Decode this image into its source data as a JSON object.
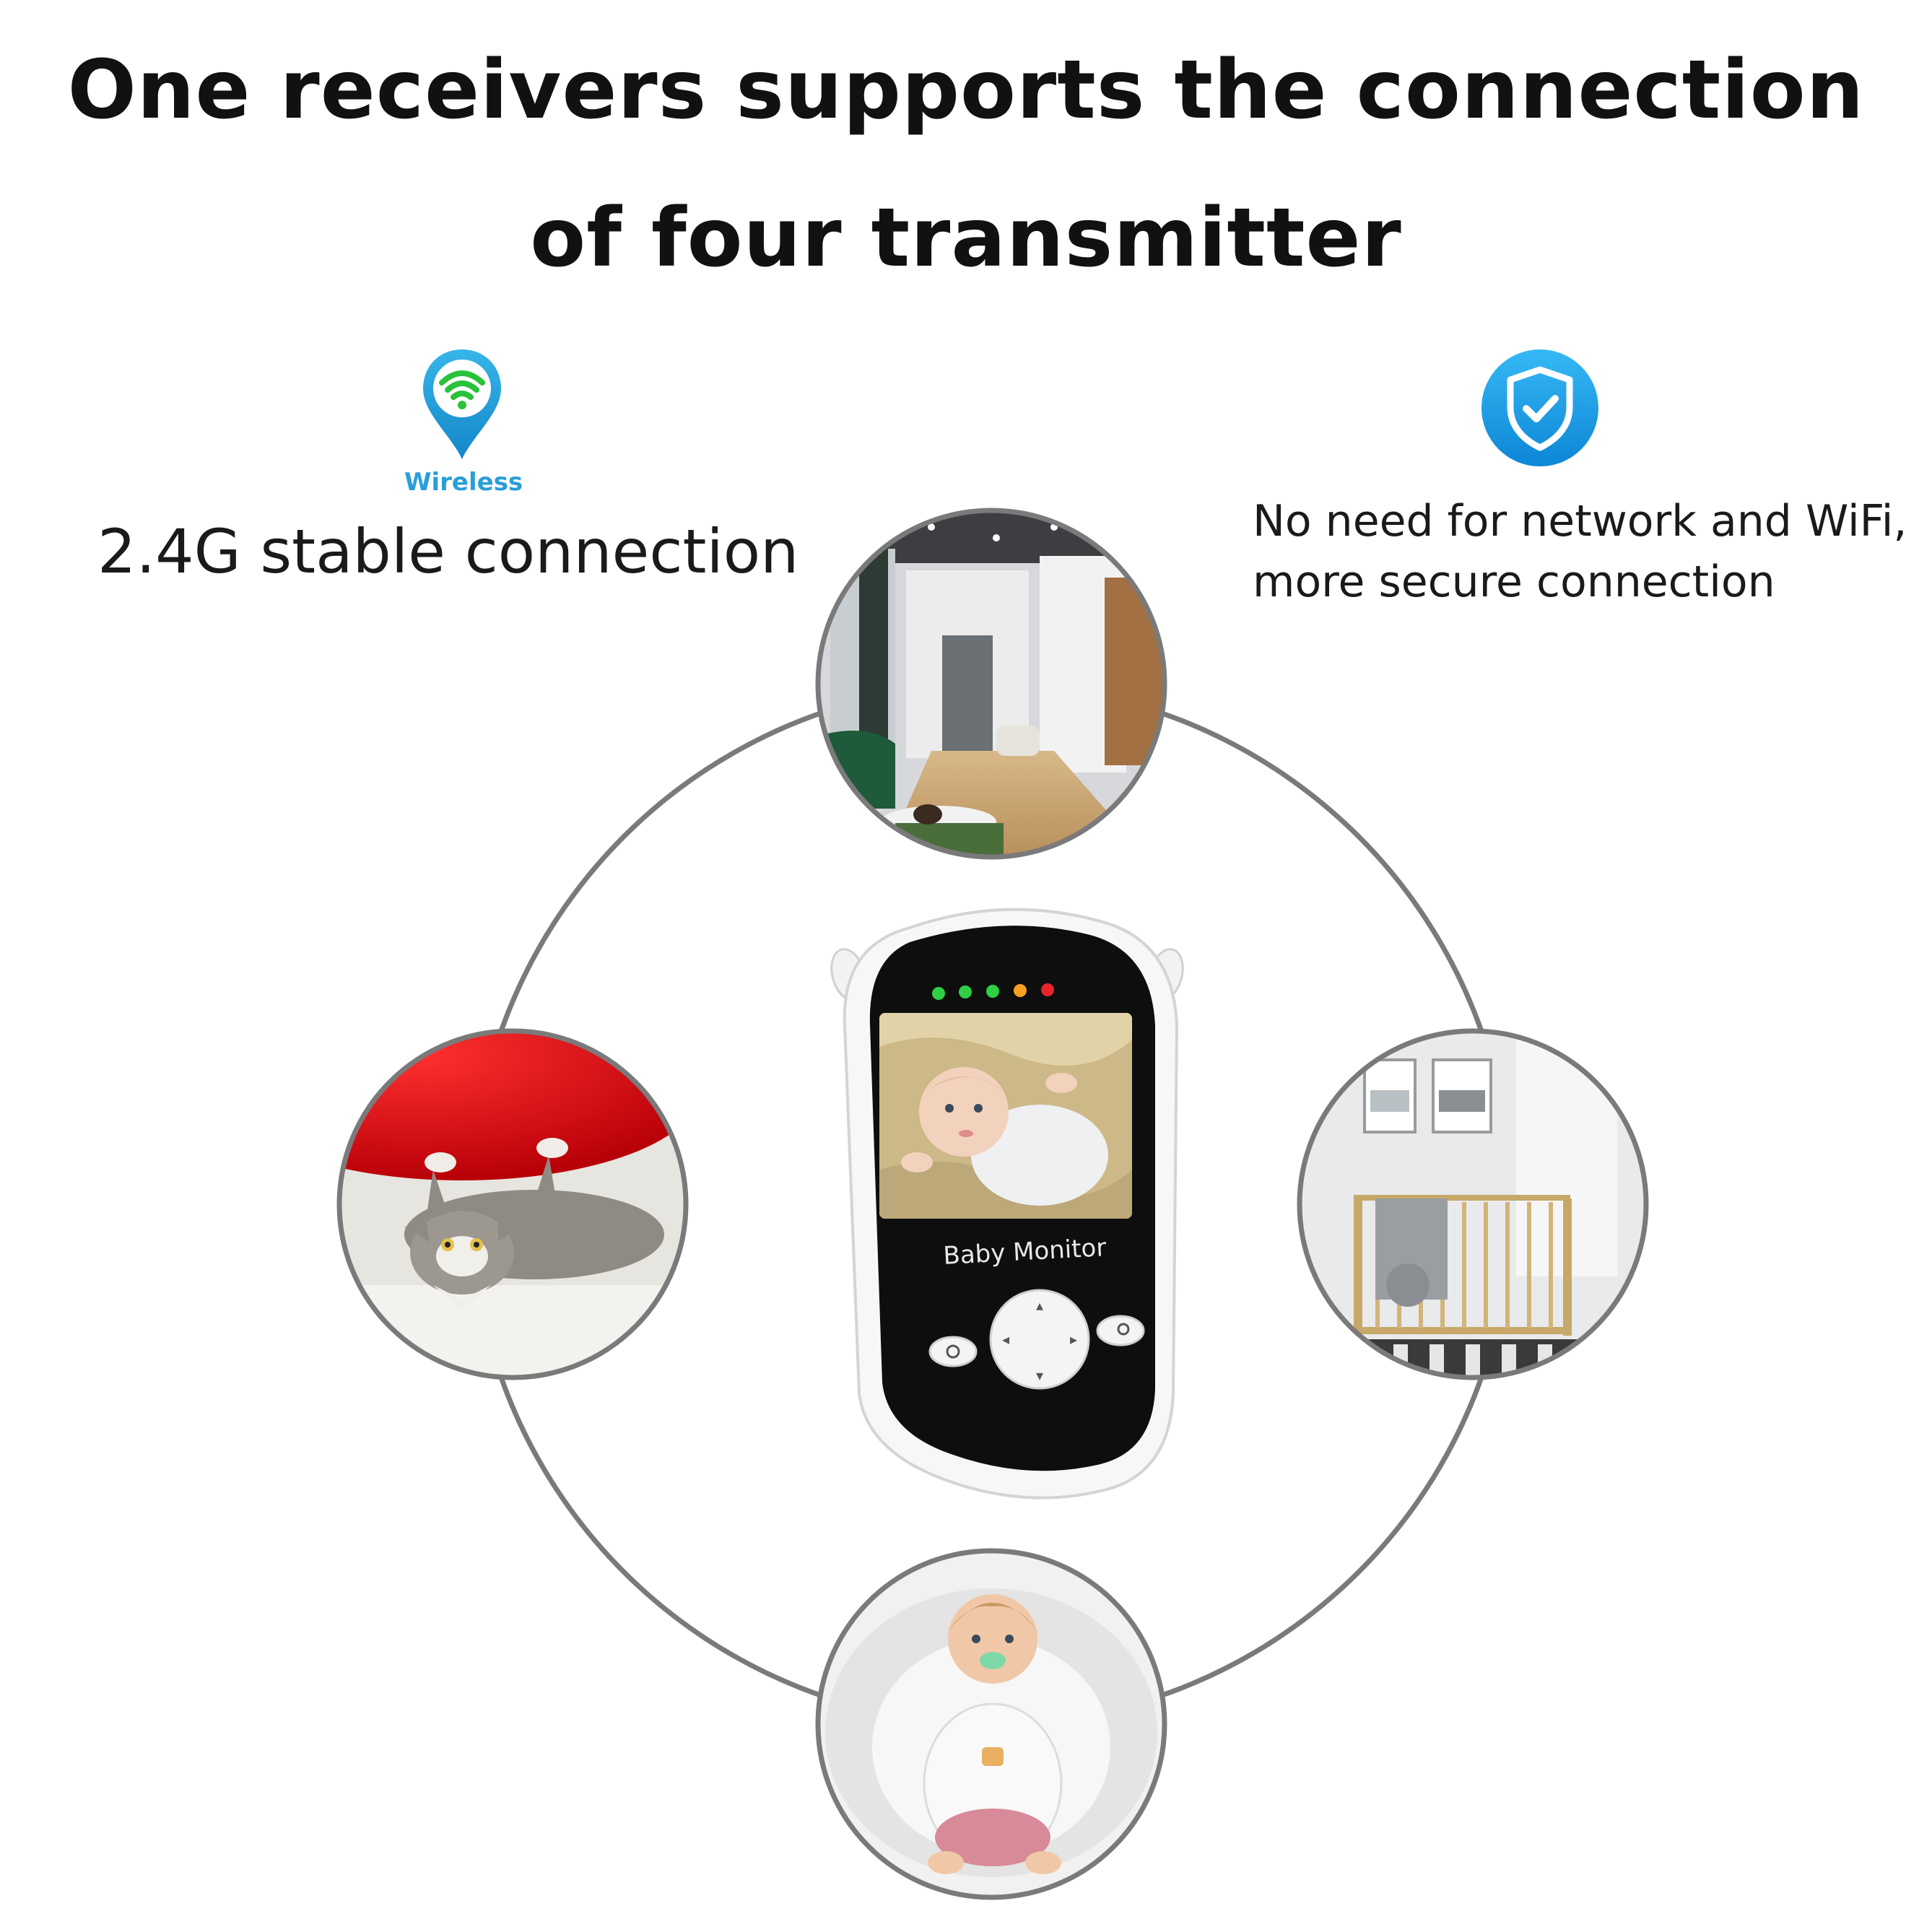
{
  "headline": {
    "line1": "One receivers supports the connection",
    "line2": "of four transmitter"
  },
  "features": {
    "wireless": {
      "icon": "wifi-location-pin-icon",
      "icon_label": "Wireless",
      "title": "2.4G  stable connection"
    },
    "secure": {
      "icon": "shield-check-icon",
      "text_line1": "No need for network and WiFi,",
      "text_line2": "more secure connection"
    }
  },
  "device": {
    "label": "Baby Monitor",
    "led_colors": [
      "#2fcf46",
      "#2fcf46",
      "#2fcf46",
      "#f5a020",
      "#e8262a"
    ]
  },
  "transmitter_views": [
    {
      "position": "top",
      "scene": "living-room"
    },
    {
      "position": "left",
      "scene": "cat-under-red-cushion"
    },
    {
      "position": "right",
      "scene": "nursery-crib"
    },
    {
      "position": "bottom",
      "scene": "baby-with-pacifier"
    }
  ],
  "colors": {
    "ring": "#7a7a7a",
    "wifi_green": "#29c23a",
    "pin_blue": "#2a9ed8",
    "shield_blue": "#1aa0e8"
  }
}
